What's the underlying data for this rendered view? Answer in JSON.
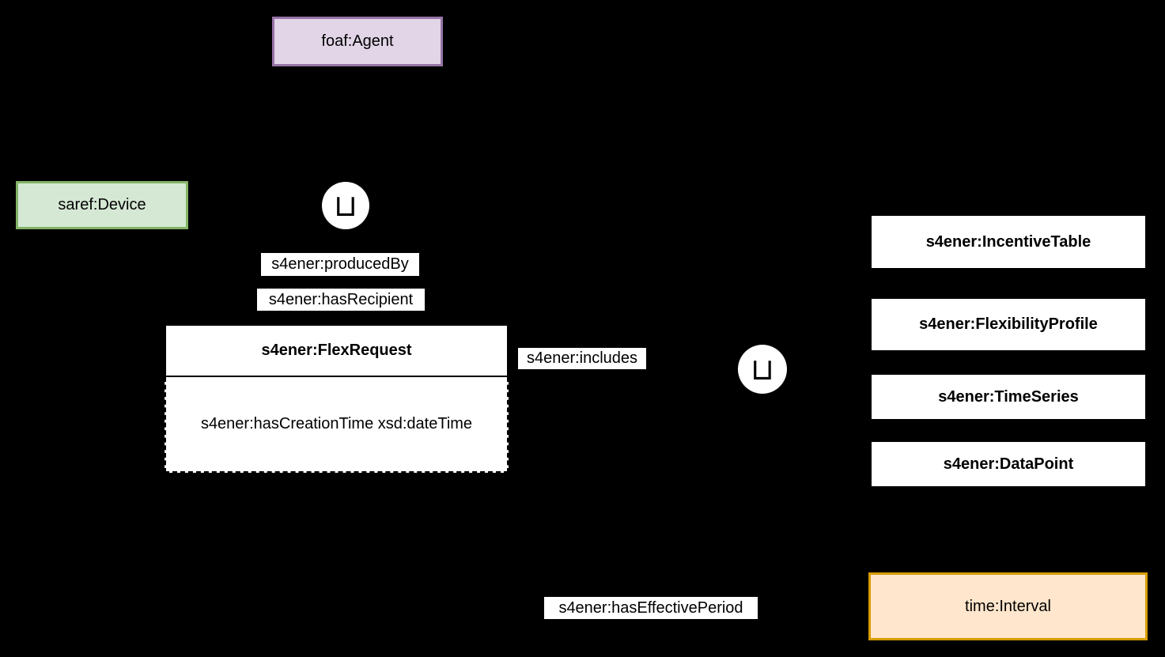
{
  "canvas": {
    "background": "#000000"
  },
  "nodes": {
    "agent": {
      "label": "foaf:Agent",
      "fill": "#e1d5e7",
      "border": "#9673a6"
    },
    "device": {
      "label": "saref:Device",
      "fill": "#d5e8d4",
      "border": "#82b366"
    },
    "flex_request": {
      "title": "s4ener:FlexRequest",
      "attribute": "s4ener:hasCreationTime xsd:dateTime",
      "fill": "#ffffff",
      "border": "#000000"
    },
    "incentive_table": {
      "label": "s4ener:IncentiveTable",
      "fill": "#ffffff",
      "border": "#000000"
    },
    "flexibility_profile": {
      "label": "s4ener:FlexibilityProfile",
      "fill": "#ffffff",
      "border": "#000000"
    },
    "time_series": {
      "label": "s4ener:TimeSeries",
      "fill": "#ffffff",
      "border": "#000000"
    },
    "data_point": {
      "label": "s4ener:DataPoint",
      "fill": "#ffffff",
      "border": "#000000"
    },
    "time_interval": {
      "label": "time:Interval",
      "fill": "#ffe6cc",
      "border": "#d79b00"
    }
  },
  "operators": {
    "union_top": {
      "symbol": "⊔"
    },
    "union_right": {
      "symbol": "⊔"
    }
  },
  "edge_labels": {
    "produced_by": "s4ener:producedBy",
    "has_recipient": "s4ener:hasRecipient",
    "includes": "s4ener:includes",
    "has_effective_period": "s4ener:hasEffectivePeriod"
  }
}
